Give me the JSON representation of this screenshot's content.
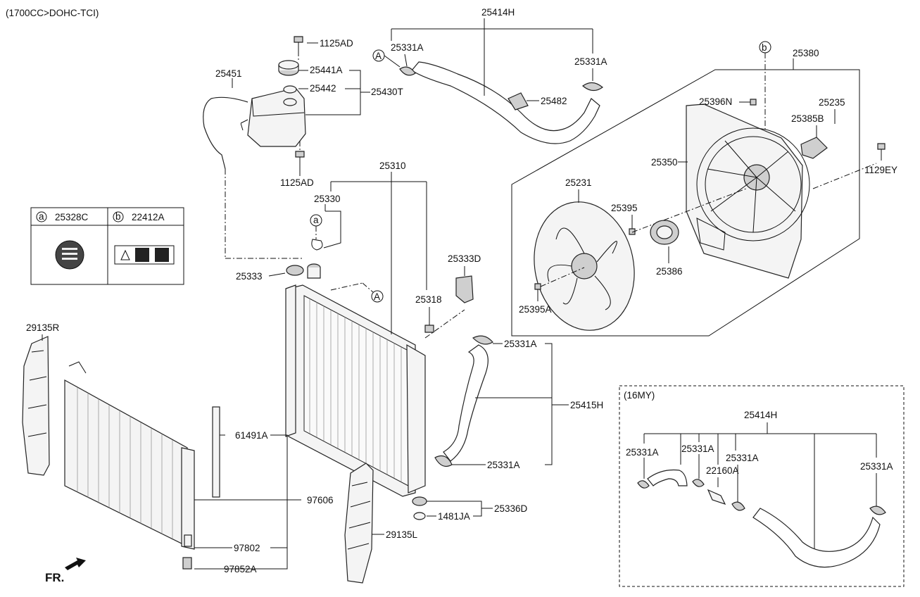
{
  "header": {
    "engine": "(1700CC>DOHC-TCI)"
  },
  "labels": {
    "p1125AD_top": "1125AD",
    "p25441A": "25441A",
    "p25442": "25442",
    "p25430T": "25430T",
    "p25451": "25451",
    "p1125AD_bot": "1125AD",
    "p25414H": "25414H",
    "p25331A_tl": "25331A",
    "p25331A_tr": "25331A",
    "p25482": "25482",
    "p25380": "25380",
    "p25396N": "25396N",
    "p25235": "25235",
    "p25385B": "25385B",
    "p1129EY": "1129EY",
    "p25350": "25350",
    "p25231": "25231",
    "p25395": "25395",
    "p25386": "25386",
    "p25395A": "25395A",
    "p25310": "25310",
    "p25330": "25330",
    "p25333": "25333",
    "p25333D": "25333D",
    "p25318": "25318",
    "p25331A_mid": "25331A",
    "p25415H": "25415H",
    "p25331A_low": "25331A",
    "p25336D": "25336D",
    "p1481JA": "1481JA",
    "p29135R": "29135R",
    "p61491A": "61491A",
    "p97606": "97606",
    "p97802": "97802",
    "p97852A": "97852A",
    "p29135L": "29135L",
    "fr": "FR."
  },
  "markers": {
    "A": "A",
    "a": "a",
    "b": "b"
  },
  "legend": {
    "a_mark": "a",
    "a_part": "25328C",
    "b_mark": "b",
    "b_part": "22412A"
  },
  "inset": {
    "title": "(16MY)",
    "p25414H": "25414H",
    "p25331A_1": "25331A",
    "p25331A_2": "25331A",
    "p25331A_3": "25331A",
    "p25331A_4": "25331A",
    "p22160A": "22160A"
  }
}
